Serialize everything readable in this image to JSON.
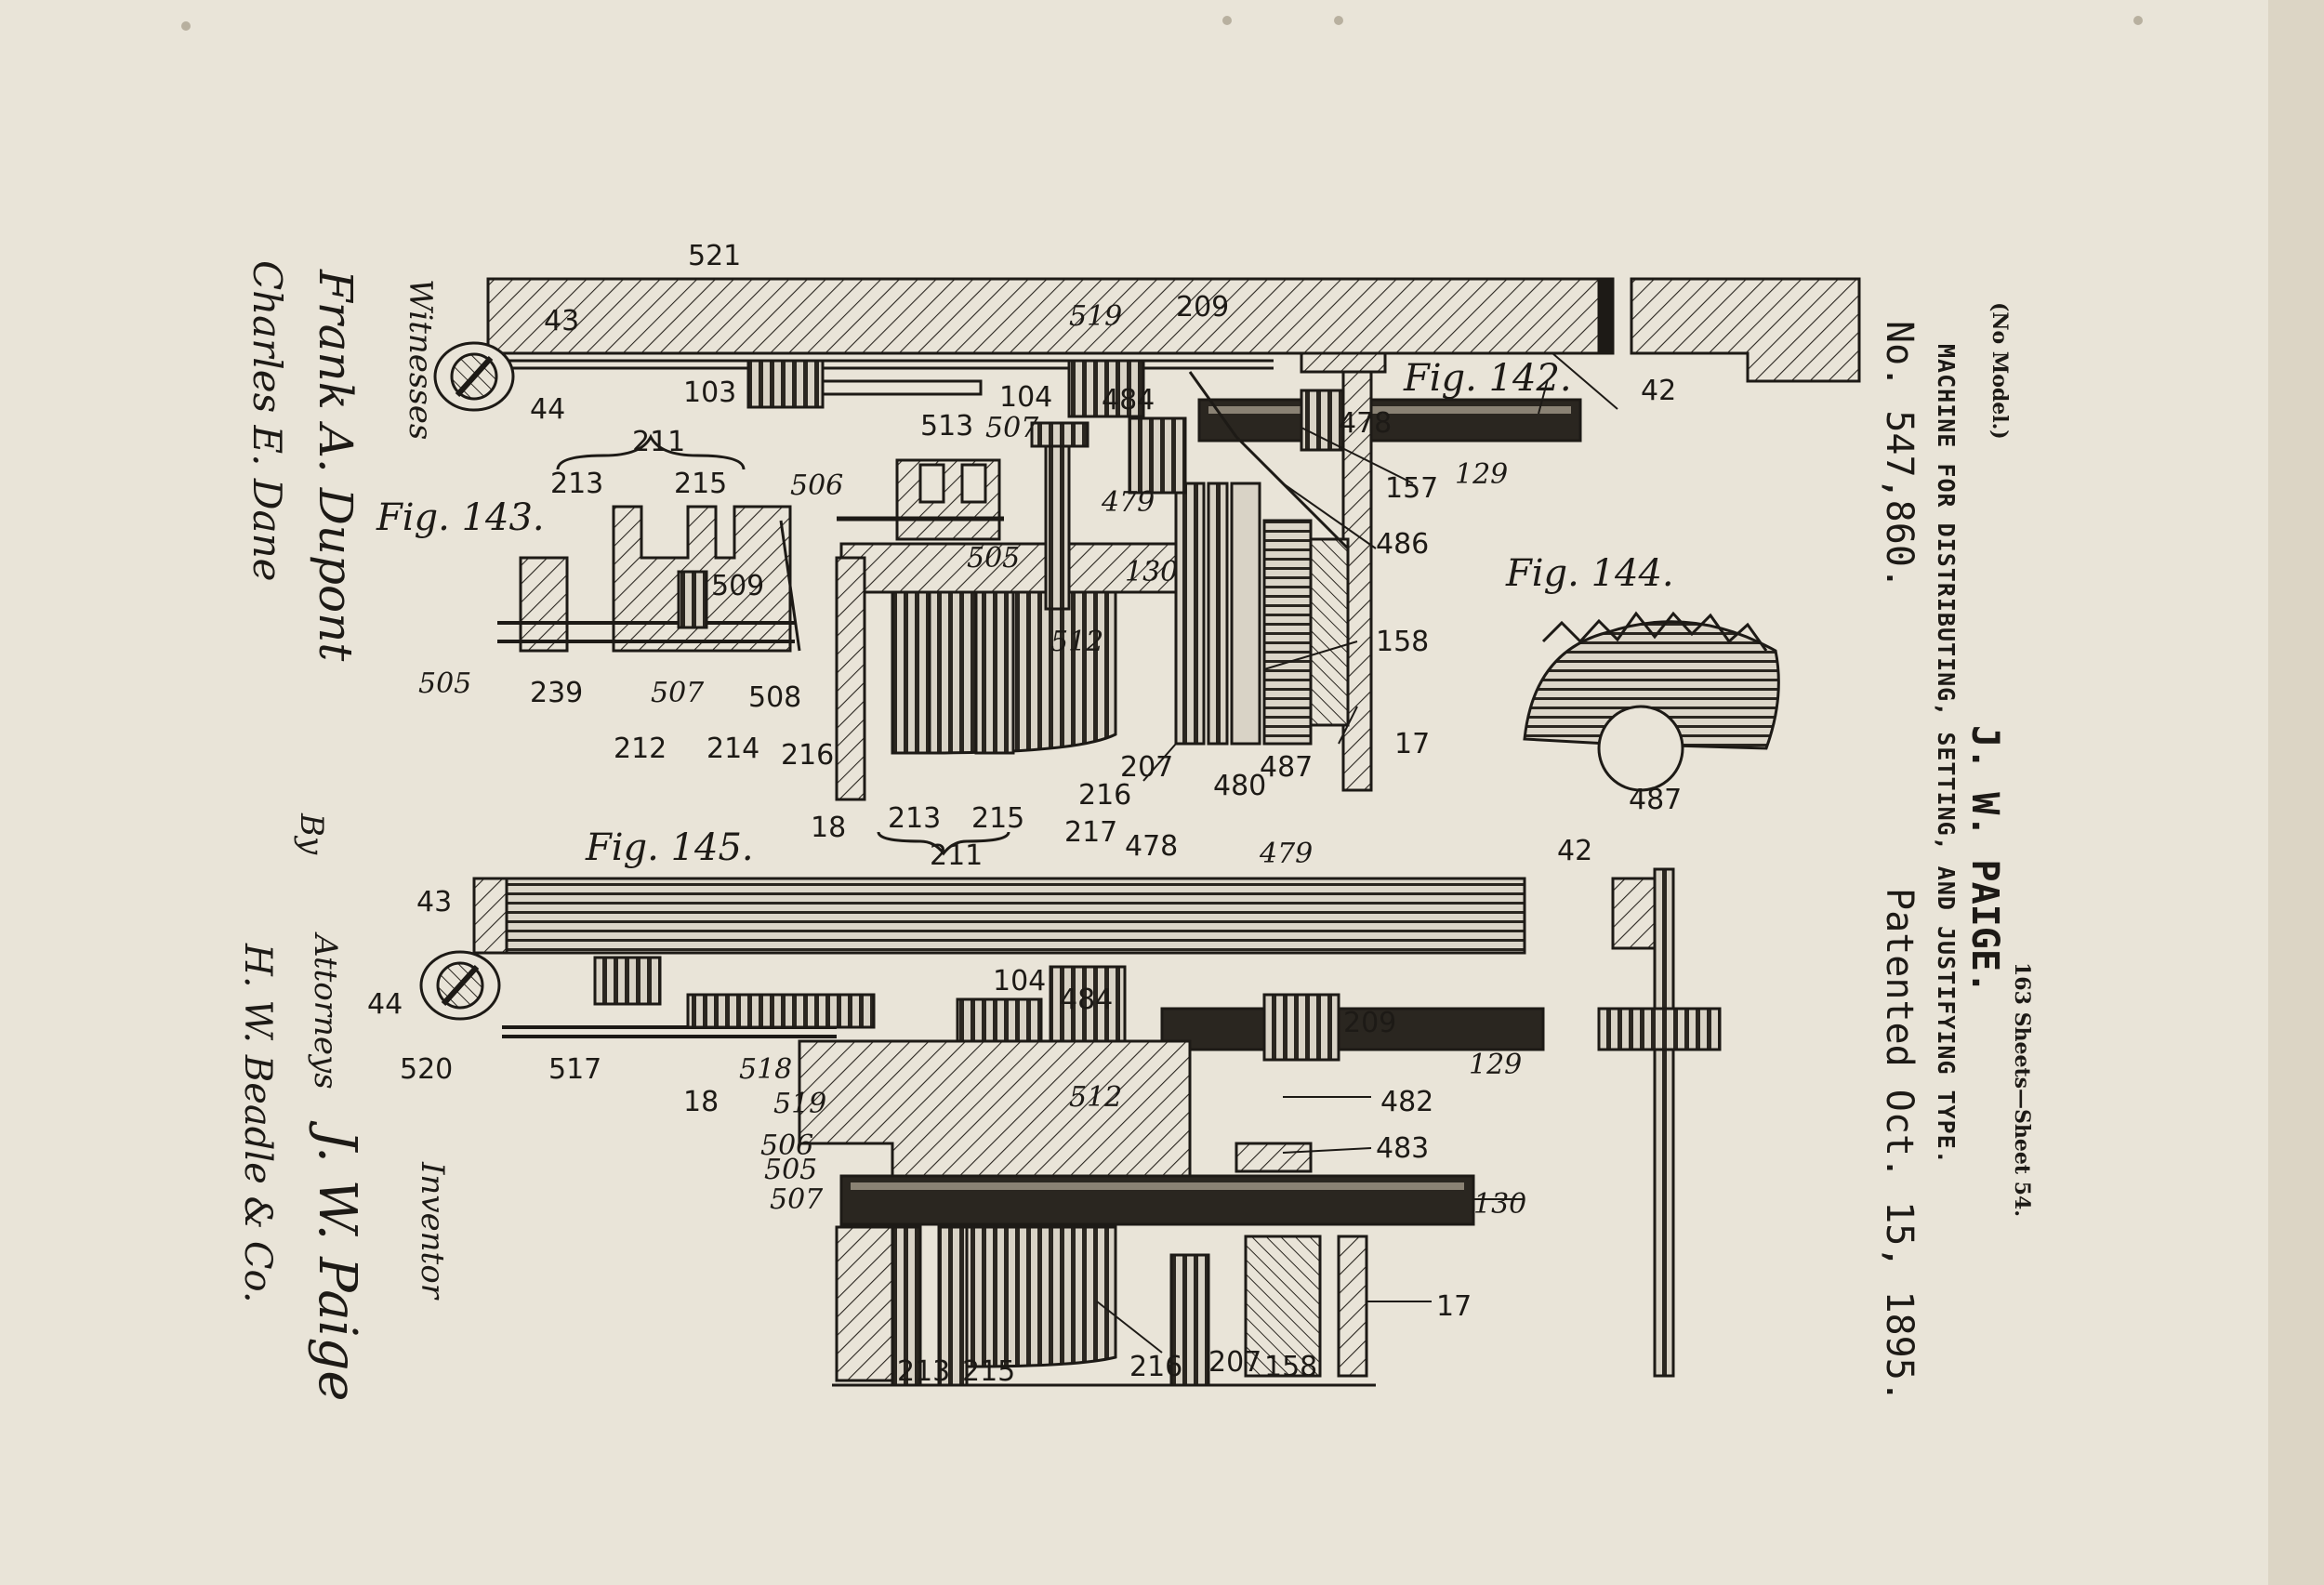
{
  "header": {
    "no_model": "(No Model.)",
    "sheets": "163 Sheets—Sheet 54.",
    "inventor_name": "J. W. PAIGE.",
    "title": "MACHINE FOR DISTRIBUTING, SETTING, AND JUSTIFYING TYPE.",
    "patent_no": "No. 547,860.",
    "patented": "Patented Oct. 15, 1895."
  },
  "signatures": {
    "witnesses_label": "Witnesses",
    "witness_1": "Frank A. Dupont",
    "witness_2": "Charles E. Dane",
    "inventor_label": "Inventor",
    "inventor_sig": "J. W. Paige",
    "by_label": "By",
    "attorneys_label": "Attorneys",
    "attorneys_sig": "H. W. Beadle & Co."
  },
  "figures": {
    "fig142": {
      "title": "Fig. 142.",
      "labels": [
        "521",
        "43",
        "44",
        "103",
        "104",
        "484",
        "513",
        "507",
        "519",
        "209",
        "478",
        "42",
        "129",
        "157",
        "486",
        "479",
        "130",
        "505",
        "506",
        "512",
        "158",
        "17",
        "207",
        "480",
        "487",
        "216",
        "217",
        "18",
        "213",
        "215",
        "211"
      ]
    },
    "fig143": {
      "title": "Fig. 143.",
      "labels": [
        "211",
        "213",
        "215",
        "509",
        "505",
        "239",
        "507",
        "508",
        "212",
        "214",
        "216"
      ]
    },
    "fig144": {
      "title": "Fig. 144.",
      "labels": [
        "487"
      ]
    },
    "fig145": {
      "title": "Fig. 145.",
      "labels": [
        "43",
        "44",
        "520",
        "517",
        "518",
        "519",
        "18",
        "506",
        "505",
        "507",
        "104",
        "484",
        "478",
        "479",
        "42",
        "209",
        "129",
        "512",
        "482",
        "483",
        "130",
        "17",
        "216",
        "207",
        "158",
        "213",
        "215"
      ]
    }
  }
}
